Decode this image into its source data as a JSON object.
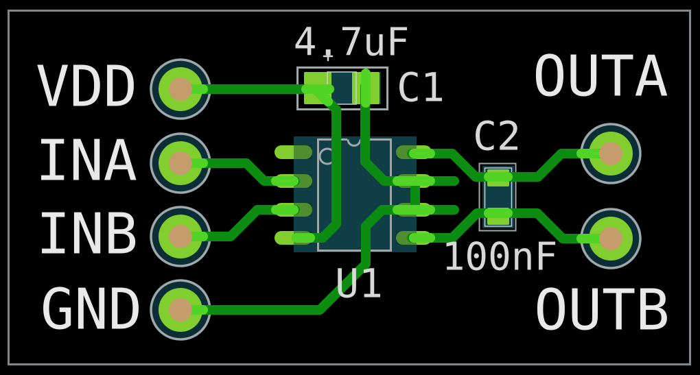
{
  "view": {
    "description": "PCB layout render of a dual op-amp breakout board"
  },
  "colors": {
    "background": "#000000",
    "board_outline": "#828688",
    "silk": "#9fa8ab",
    "silk_thin": "#c8d0d2",
    "body": "#103e47",
    "pad": "#80cf2e",
    "pad_ring": "#0a2d36",
    "pad_shade": "rgba(8,43,51,0.40)",
    "hole": "#c59c6b",
    "trace": "#0d8c12",
    "trace_bright": "#52d426",
    "port_text": "#e9e9e9",
    "ref_text": "#d8d8d8"
  },
  "ports": {
    "left": [
      {
        "name": "VDD"
      },
      {
        "name": "INA"
      },
      {
        "name": "INB"
      },
      {
        "name": "GND"
      }
    ],
    "right": [
      {
        "name": "OUTA"
      },
      {
        "name": "OUTB"
      }
    ]
  },
  "components": {
    "c1": {
      "ref": "C1",
      "value": "4.7uF"
    },
    "c2": {
      "ref": "C2",
      "value": "100nF"
    },
    "u1": {
      "ref": "U1"
    }
  }
}
